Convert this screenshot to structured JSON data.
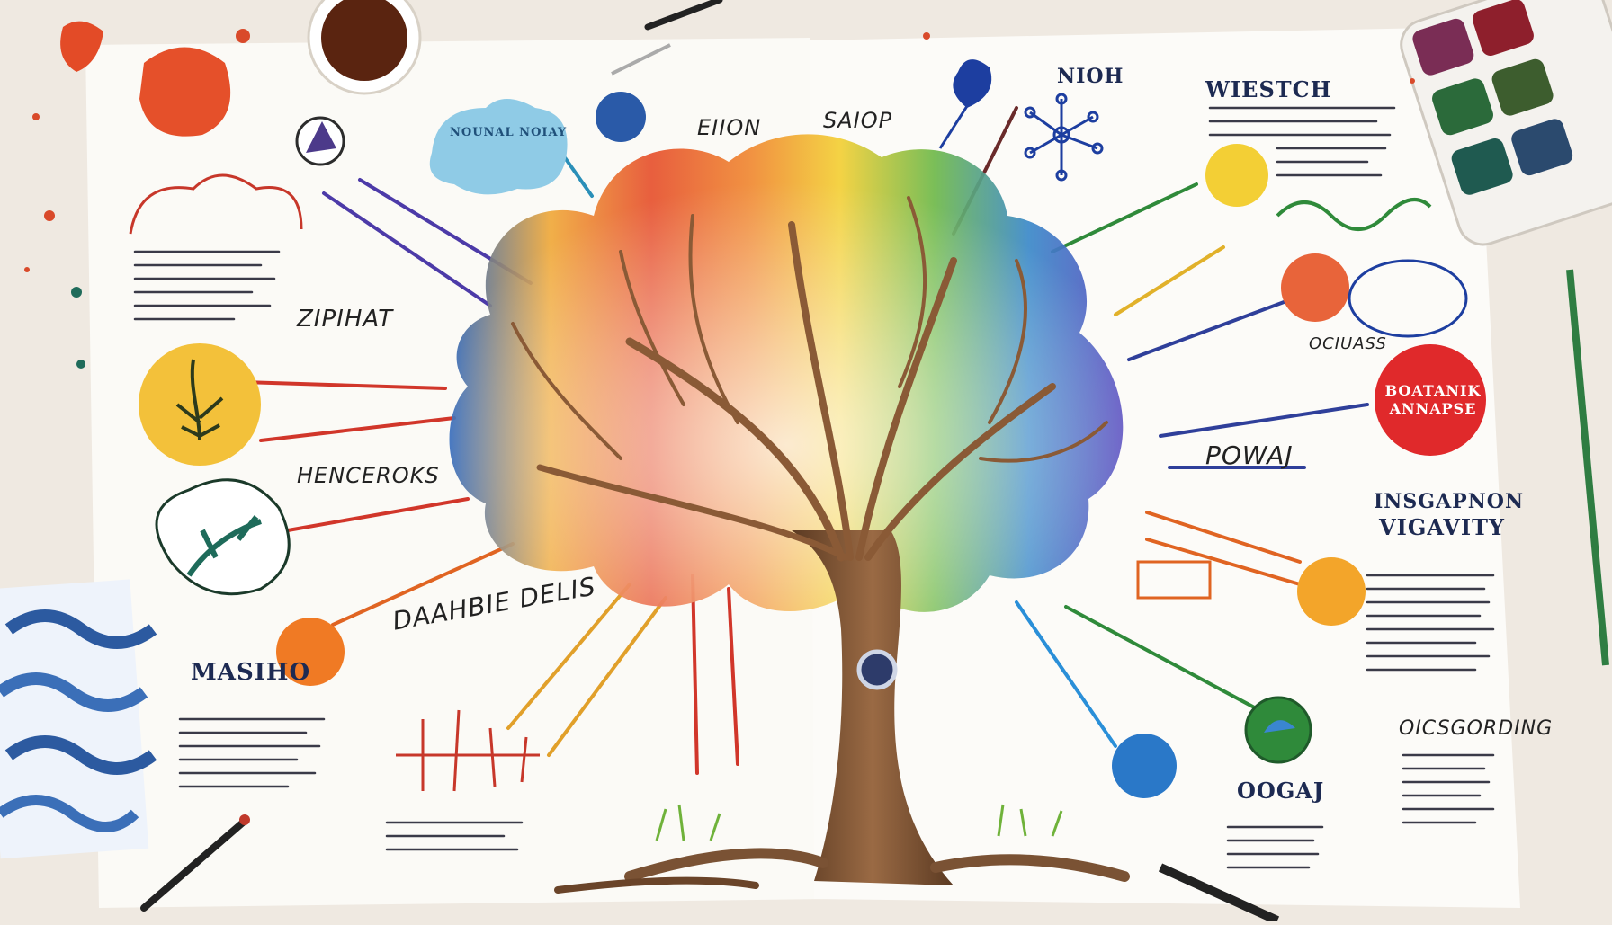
{
  "labels": {
    "top_left_center": "EIION",
    "top_center": "SAIOP",
    "top_right": "NIOH",
    "header_right": "WIESTCH",
    "left_mid": "ZIPIHAT",
    "left_lower": "HENCEROKS",
    "left_bottom": "DAAHBIE DELIS",
    "left_heading": "MASIHO",
    "right_oval": "OCIUASS",
    "right_red_blob": "BOATANIK ANNAPSE",
    "right_mid": "POWAJ",
    "right_heading_1": "INSGAPNON",
    "right_heading_2": "VIGAVITY",
    "right_lower": "OICSGORDING",
    "right_bottom": "OOGAJ",
    "cloud_blue": "NOUNAL NOIAY"
  },
  "colors": {
    "paper": "#fbfaf6",
    "desk": "#efe9e1",
    "trunk": "#7a5234",
    "ink": "#1d2a52"
  }
}
